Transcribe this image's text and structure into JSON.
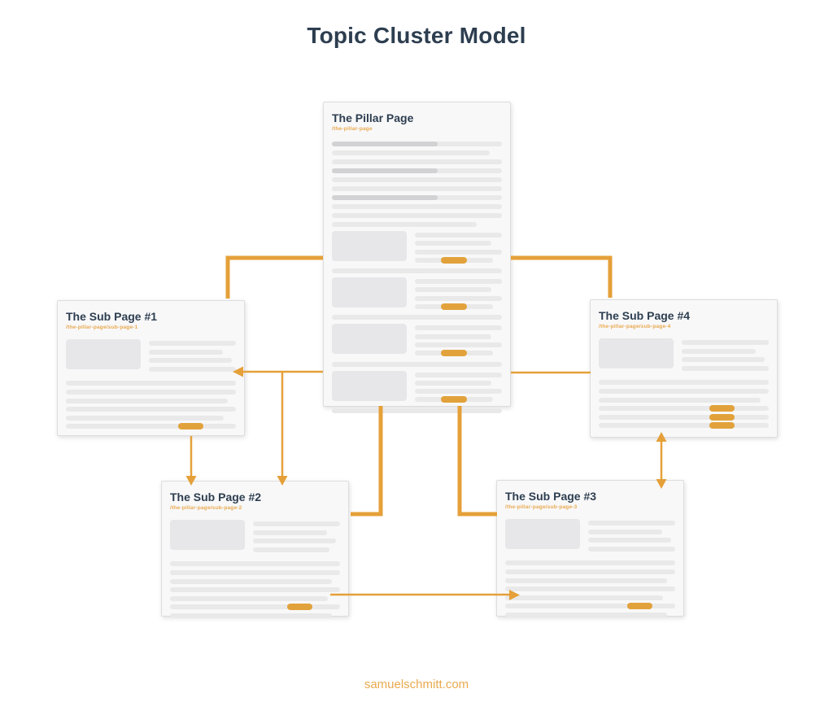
{
  "title": "Topic Cluster Model",
  "footer": "samuelschmitt.com",
  "colors": {
    "accent_orange": "#e5a039",
    "pill_orange": "#e2a23b",
    "url_orange": "#e9a94f",
    "heading_navy": "#2d3e50",
    "card_background": "#f8f8f9",
    "skeleton_light": "#e9e9ea",
    "skeleton_dark": "#d2d2d4"
  },
  "pages": [
    {
      "id": "pillar-page",
      "title": "The Pillar Page",
      "url": "/the-pillar-page"
    },
    {
      "id": "sub-page-1",
      "title": "The Sub Page #1",
      "url": "/the-pillar-page/sub-page-1"
    },
    {
      "id": "sub-page-2",
      "title": "The Sub Page #2",
      "url": "/the-pillar-page/sub-page-2"
    },
    {
      "id": "sub-page-3",
      "title": "The Sub Page #3",
      "url": "/the-pillar-page/sub-page-3"
    },
    {
      "id": "sub-page-4",
      "title": "The Sub Page #4",
      "url": "/the-pillar-page/sub-page-4"
    }
  ],
  "connections": [
    {
      "from": "pillar-page",
      "to": "sub-page-1",
      "style": "elbow"
    },
    {
      "from": "pillar-page",
      "to": "sub-page-4",
      "style": "elbow"
    },
    {
      "from": "pillar-page",
      "to": "sub-page-2",
      "style": "elbow"
    },
    {
      "from": "pillar-page",
      "to": "sub-page-3",
      "style": "elbow"
    },
    {
      "from": "pillar-page",
      "to": "sub-page-1",
      "style": "arrow"
    },
    {
      "from": "pillar-page",
      "to": "sub-page-2",
      "style": "arrow"
    },
    {
      "from": "sub-page-1",
      "to": "sub-page-2",
      "style": "arrow"
    },
    {
      "from": "sub-page-2",
      "to": "sub-page-3",
      "style": "arrow"
    },
    {
      "from": "sub-page-4",
      "to": "sub-page-3",
      "style": "double-arrow"
    }
  ]
}
